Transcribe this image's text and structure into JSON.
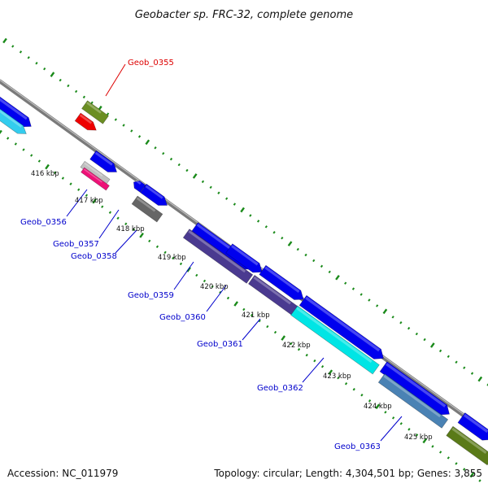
{
  "title": "Geobacter sp. FRC-32, complete genome",
  "footer": {
    "accession": "Accession: NC_011979",
    "topology": "Topology: circular; Length: 4,304,501 bp; Genes: 3,855"
  },
  "colors": {
    "backbone": "#808080",
    "ticks": "#1a8a1a",
    "label_default": "#0000cc",
    "label_highlight": "#dd0000"
  },
  "kbp_labels": [
    "416 kbp",
    "417 kbp",
    "418 kbp",
    "419 kbp",
    "420 kbp",
    "421 kbp",
    "422 kbp",
    "423 kbp",
    "424 kbp",
    "425 kbp"
  ],
  "gene_labels": [
    {
      "text": "Geob_0355",
      "color": "#dd0000"
    },
    {
      "text": "Geob_0356",
      "color": "#0000cc"
    },
    {
      "text": "Geob_0357",
      "color": "#0000cc"
    },
    {
      "text": "Geob_0358",
      "color": "#0000cc"
    },
    {
      "text": "Geob_0359",
      "color": "#0000cc"
    },
    {
      "text": "Geob_0360",
      "color": "#0000cc"
    },
    {
      "text": "Geob_0361",
      "color": "#0000cc"
    },
    {
      "text": "Geob_0362",
      "color": "#0000cc"
    },
    {
      "text": "Geob_0363",
      "color": "#0000cc"
    }
  ]
}
